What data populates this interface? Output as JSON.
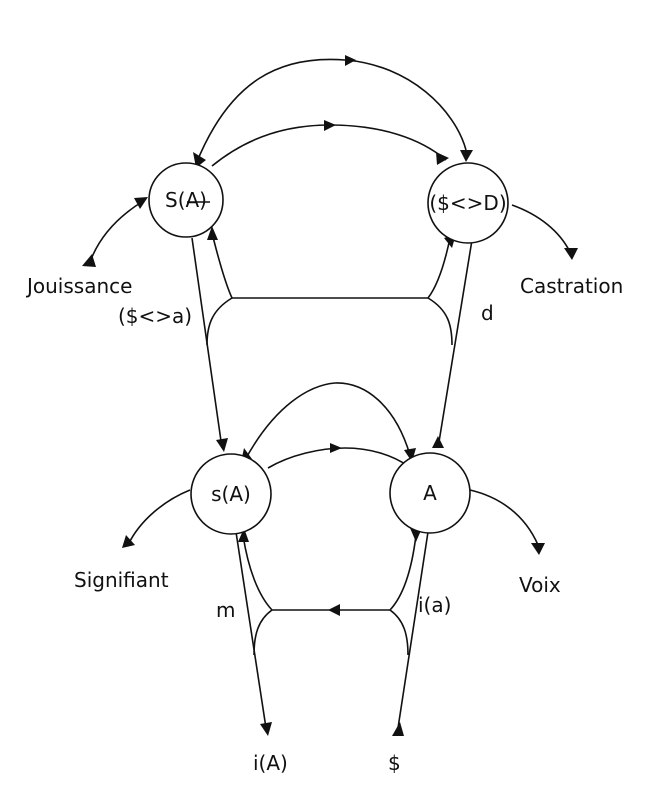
{
  "nodes": {
    "s_big_a": "S(A)",
    "s_d": "($<>D)",
    "s_small_a": "s(A)",
    "a": "A"
  },
  "labels": {
    "jouissance": "Jouissance",
    "castration": "Castration",
    "s_diamond_a": "($<>a)",
    "d": "d",
    "signifiant": "Signifiant",
    "voix": "Voix",
    "m": "m",
    "i_a": "i(a)",
    "i_big_a": "i(A)",
    "dollar": "$"
  },
  "colors": {
    "stroke": "#111111",
    "background": "#ffffff"
  }
}
